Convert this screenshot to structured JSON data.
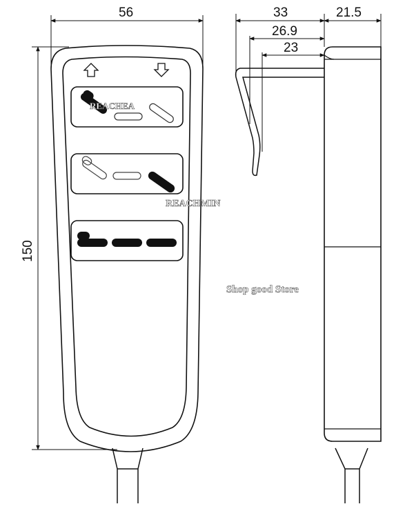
{
  "dimensions": {
    "width": "56",
    "depth_total": "33",
    "depth_clip_outer": "26.9",
    "depth_clip_inner": "23",
    "thickness": "21.5",
    "height": "150"
  },
  "watermarks": {
    "brand_1": "REACHEA",
    "brand_2": "REACHMIN",
    "store": "Shop good Store"
  },
  "button_rows": [
    {
      "row": 1,
      "buttons": [
        "filled-slant",
        "outline-flat",
        "outline-slant"
      ]
    },
    {
      "row": 2,
      "buttons": [
        "outline-slant",
        "outline-flat",
        "filled-slant"
      ]
    },
    {
      "row": 3,
      "buttons": [
        "filled-flat",
        "filled-flat",
        "filled-flat"
      ]
    }
  ],
  "icons": {
    "up": "arrow-up-icon",
    "down": "arrow-down-icon"
  },
  "colors": {
    "line": "#111111",
    "filled": "#111111",
    "background": "#ffffff"
  }
}
